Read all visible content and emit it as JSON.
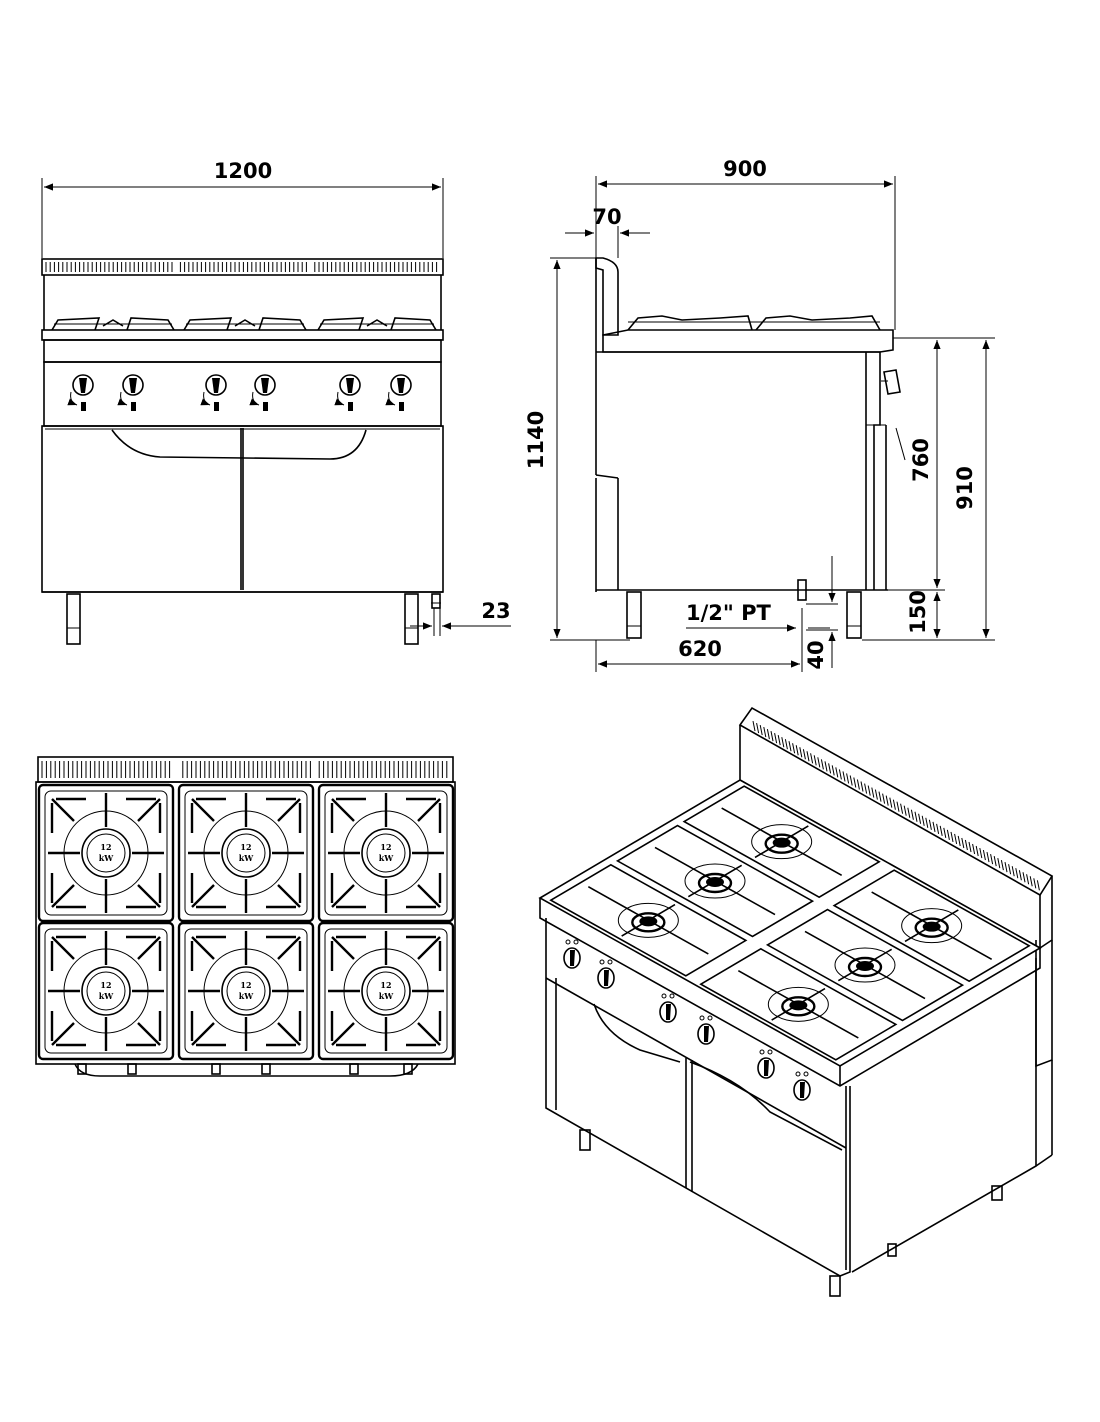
{
  "dimensions": {
    "front_width": "1200",
    "side_depth": "900",
    "upstand_depth": "70",
    "total_height": "1140",
    "worktop_height": "910",
    "body_height": "760",
    "leg_height": "150",
    "gas_offset": "40",
    "gas_side_offset": "23",
    "gas_depth": "620",
    "gas_connection": "1/2\"  PT"
  },
  "burners": {
    "power_value": "12",
    "power_unit": "kW",
    "count": 6
  }
}
